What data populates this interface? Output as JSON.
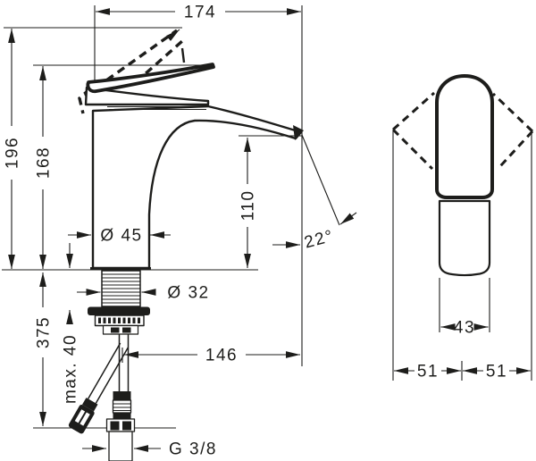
{
  "colors": {
    "ink": "#1d1d1b",
    "paper": "#ffffff"
  },
  "main_view": {
    "overall_depth": "174",
    "total_height": "196",
    "height_to_lever": "168",
    "spout_height": "110",
    "body_diameter": "Ø 45",
    "spout_angle": "22°",
    "shank_diameter": "Ø 32",
    "below_counter_length": "375",
    "max_counter_thickness": "max. 40",
    "spout_reach": "146",
    "connection_thread": "G 3/8"
  },
  "front_view": {
    "body_width": "43",
    "swivel_range_left": "51",
    "swivel_range_right": "51"
  }
}
